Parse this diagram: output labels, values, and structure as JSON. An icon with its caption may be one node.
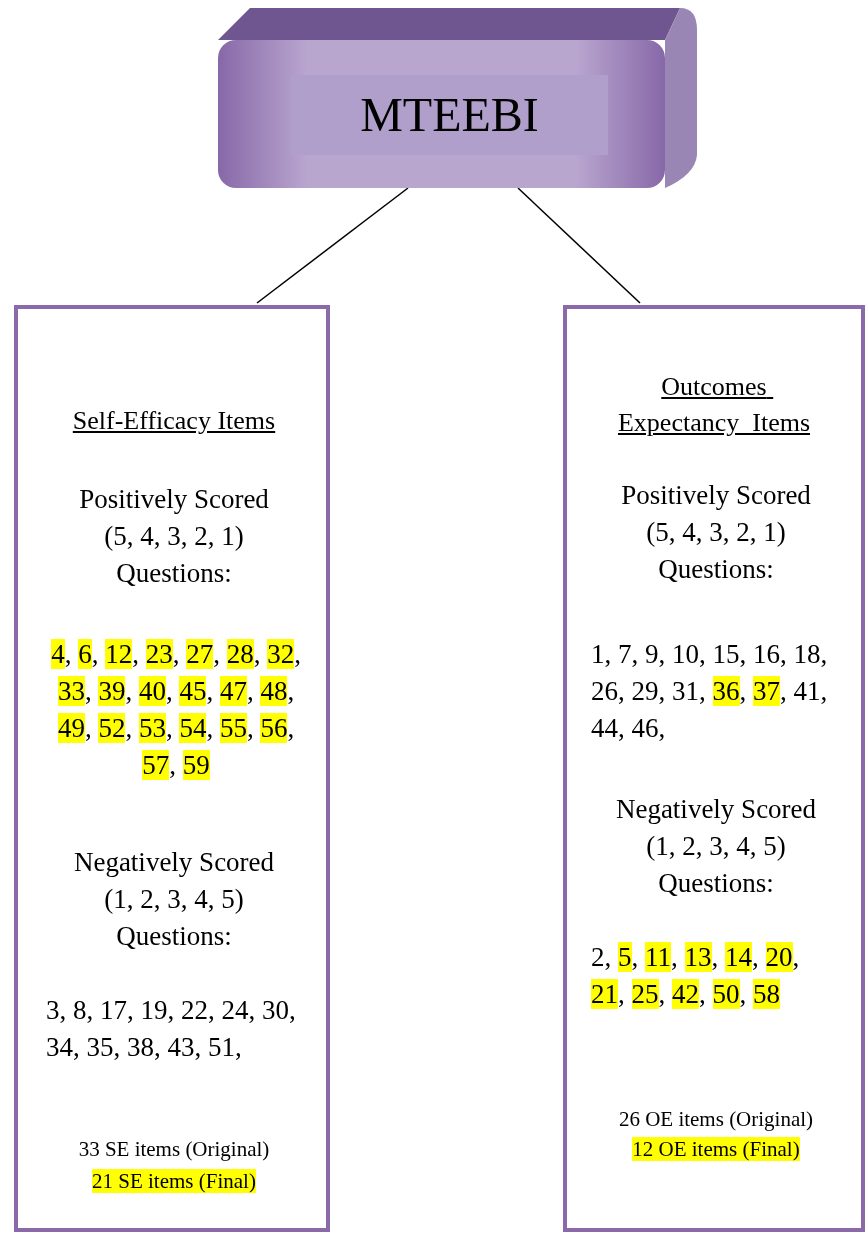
{
  "diagram": {
    "nodes": [
      {
        "text": [
          "MTEEBI"
        ]
      },
      {
        "text": [
          "Self-Efficacy Items",
          "Positively Scored (5, 4, 3, 2, 1) Questions:",
          "**4**, **6**, **12**, **23**, **27**, **28**, **32**, **33**, **39**, **40**, **45**, **47**, **48**, **49**, **52**, **53**, **54**, **55**, **56**, **57**, **59**",
          "Negatively Scored (1, 2, 3, 4, 5) Questions:",
          "3, 8, 17, 19, 22, 24, 30, 34, 35, 38, 43, 51,",
          "33 SE items (Original)",
          "**21 SE items (Final)**"
        ]
      },
      {
        "text": [
          "Outcomes Expectancy  Items",
          "Positively Scored (5, 4, 3, 2, 1) Questions:",
          "1, 7, 9, 10, 15, 16, 18, 26, 29, 31, **36**, **37**, 41, 44, 46,",
          "Negatively Scored (1, 2, 3, 4, 5) Questions:",
          "2, **5**, **11**, **13**, **14**, **20**, **21**, **25**, **42**, **50**, **58**",
          "26 OE items (Original)",
          "**12 OE items (Final)**"
        ]
      }
    ],
    "edges": [
      {
        "from": 0,
        "to": 1,
        "arrow": "none"
      },
      {
        "from": 0,
        "to": 2,
        "arrow": "none"
      }
    ]
  }
}
